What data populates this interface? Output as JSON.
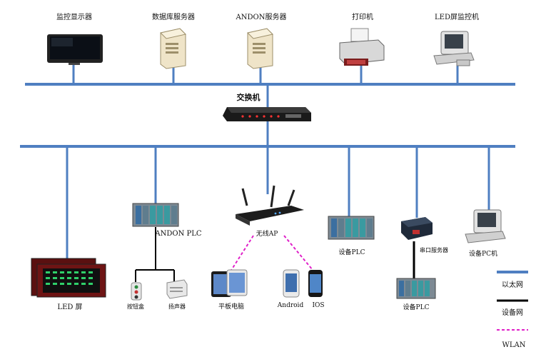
{
  "diagram": {
    "top_devices": {
      "monitor": "监控显示器",
      "db_server": "数据库服务器",
      "andon_server": "ANDON服务器",
      "printer": "打印机",
      "led_monitor_pc": "LED屏监控机"
    },
    "switch": "交换机",
    "bottom_devices": {
      "led_screen": "LED 屏",
      "andon_plc": "ANDON PLC",
      "button_box": "按钮盒",
      "speaker": "扬声器",
      "wireless_ap": "无线AP",
      "tablet": "平板电脑",
      "android": "Android",
      "ios": "IOS",
      "device_plc_1": "设备PLC",
      "serial_server": "串口服务器",
      "device_plc_2": "设备PLC",
      "device_pc": "设备PC机"
    },
    "legend": {
      "ethernet": "以太网",
      "device_net": "设备网",
      "wlan": "WLAN"
    },
    "colors": {
      "ethernet": "#4f7fc1",
      "device_net": "#000000",
      "wlan": "#e020c8"
    }
  }
}
